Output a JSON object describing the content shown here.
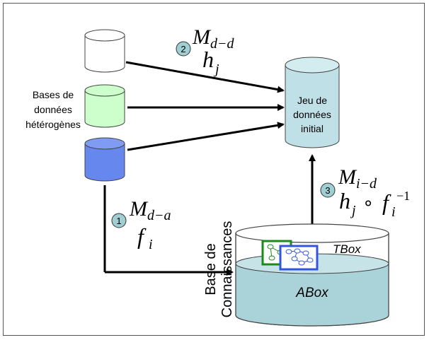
{
  "colors": {
    "white_db": "#ffffff",
    "green_db": "#ccffcc",
    "blue_db": "#6688ee",
    "teal_db": "#bfe0e6",
    "abox_fill": "#a9d2d9",
    "step_circle": "#9fcfd3",
    "tbox_green": "#1a8a1a",
    "tbox_blue": "#3355dd"
  },
  "sources": {
    "label_line1": "Bases de",
    "label_line2": "données",
    "label_line3": "hétérogènes"
  },
  "target": {
    "line1": "Jeu de",
    "line2": "données",
    "line3": "initial"
  },
  "kb": {
    "label_line1": "Base de",
    "label_line2": "Connaissances",
    "tbox": "TBox",
    "abox": "ABox"
  },
  "steps": [
    {
      "number": "1",
      "mapping": "M",
      "mapping_sub": "d−a",
      "function": "f",
      "function_sub": "i"
    },
    {
      "number": "2",
      "mapping": "M",
      "mapping_sub": "d−d",
      "function": "h",
      "function_sub": "j"
    },
    {
      "number": "3",
      "mapping": "M",
      "mapping_sub": "i−d",
      "function": "h",
      "function_sub": "j",
      "compose": "∘",
      "function2": "f",
      "function2_sub": "i",
      "function2_sup": "−1"
    }
  ]
}
